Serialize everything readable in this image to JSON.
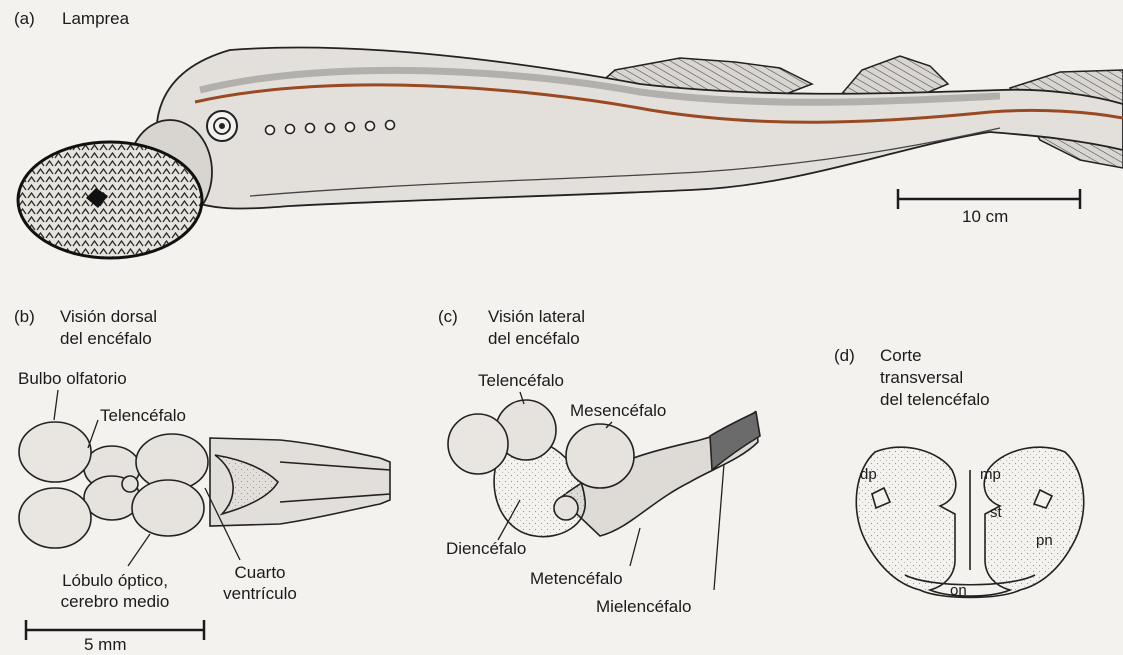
{
  "panel_a": {
    "letter": "(a)",
    "title": "Lamprea",
    "scale_label": "10 cm"
  },
  "panel_b": {
    "letter": "(b)",
    "title_line1": "Visión dorsal",
    "title_line2": "del encéfalo",
    "labels": {
      "bulbo": "Bulbo olfatorio",
      "telencefalo": "Telencéfalo",
      "lobulo_line1": "Lóbulo óptico,",
      "lobulo_line2": "cerebro medio",
      "cuarto_line1": "Cuarto",
      "cuarto_line2": "ventrículo"
    },
    "scale_label": "5 mm"
  },
  "panel_c": {
    "letter": "(c)",
    "title_line1": "Visión lateral",
    "title_line2": "del encéfalo",
    "labels": {
      "telencefalo": "Telencéfalo",
      "mesencefalo": "Mesencéfalo",
      "diencefalo": "Diencéfalo",
      "metencefalo": "Metencéfalo",
      "mielencefalo": "Mielencéfalo"
    }
  },
  "panel_d": {
    "letter": "(d)",
    "title_line1": "Corte",
    "title_line2": "transversal",
    "title_line3": "del telencéfalo",
    "labels": {
      "dp": "dp",
      "mp": "mp",
      "st": "st",
      "pn": "pn",
      "on": "on"
    }
  },
  "colors": {
    "ink": "#1b1b1b",
    "paper": "#f4f2ef",
    "lateral_line": "#9a4a22",
    "body_fill": "#e3e0db"
  }
}
